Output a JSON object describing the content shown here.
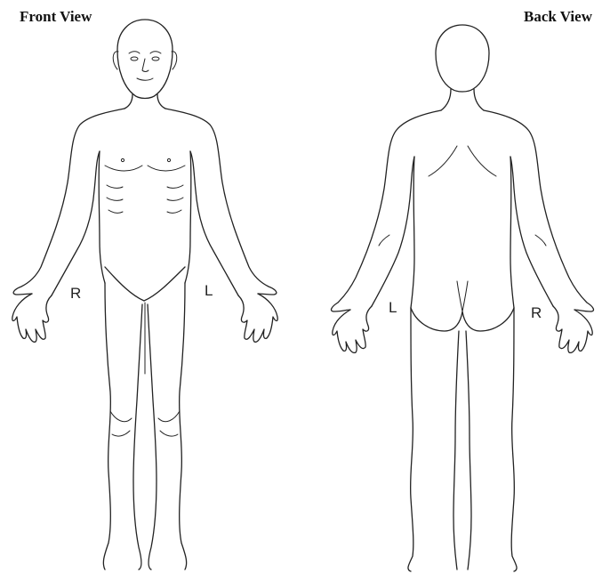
{
  "diagram": {
    "front": {
      "title": "Front View",
      "right_label": "R",
      "left_label": "L"
    },
    "back": {
      "title": "Back View",
      "left_label": "L",
      "right_label": "R"
    },
    "line_color": "#222222",
    "background": "#ffffff"
  }
}
